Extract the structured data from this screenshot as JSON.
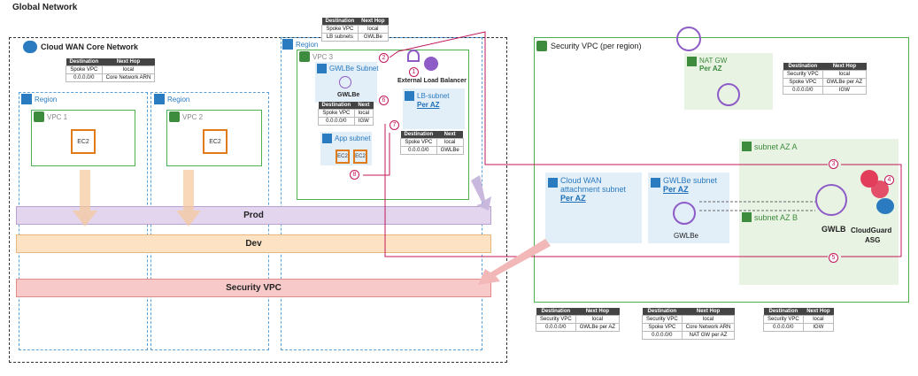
{
  "title": "Global Network",
  "core_network": {
    "label": "Cloud WAN Core Network",
    "table": {
      "headers": [
        "Destination",
        "Next Hop"
      ],
      "rows": [
        [
          "Spoke VPC",
          "local"
        ],
        [
          "0.0.0.0/0",
          "Core Network ARN"
        ]
      ]
    }
  },
  "region_label": "Region",
  "vpc1": "VPC 1",
  "vpc2": "VPC 2",
  "vpc3": "VPC 3",
  "ec2": "EC2",
  "top_table": {
    "headers": [
      "Destination",
      "Next Hop"
    ],
    "rows": [
      [
        "Spoke VPC",
        "local"
      ],
      [
        "LB subnets",
        "GWLBe"
      ]
    ]
  },
  "gwlbe_subnet": "GWLBe Subnet",
  "gwlbe": "GWLBe",
  "gwlbe_table": {
    "headers": [
      "Destination",
      "Next"
    ],
    "rows": [
      [
        "Spoke VPC",
        "local"
      ],
      [
        "0.0.0.0/0",
        "IGW"
      ]
    ]
  },
  "app_subnet": "App subnet",
  "elb": "External Load Balancer",
  "lb_subnet": "LB-subnet",
  "per_az": "Per AZ",
  "lb_table": {
    "headers": [
      "Destination",
      "Next"
    ],
    "rows": [
      [
        "Spoke VPC",
        "local"
      ],
      [
        "0.0.0.0/0",
        "GWLBe"
      ]
    ]
  },
  "segments": {
    "prod": "Prod",
    "dev": "Dev",
    "security": "Security VPC"
  },
  "security_vpc": {
    "label": "Security VPC (per region)",
    "nat_gw": "NAT GW",
    "nat_per_az": "Per AZ",
    "nat_table": {
      "headers": [
        "Destination",
        "Next Hop"
      ],
      "rows": [
        [
          "Security VPC",
          "local"
        ],
        [
          "Spoke VPC",
          "GWLBe per AZ"
        ],
        [
          "0.0.0.0/0",
          "IGW"
        ]
      ]
    },
    "subnet_a": "subnet AZ A",
    "subnet_b": "subnet AZ B",
    "cwan_subnet": "Cloud WAN attachment subnet",
    "cwan_per_az": "Per AZ",
    "gwlbe_subnet": "GWLBe subnet",
    "gwlbe_per_az": "Per AZ",
    "gwlbe": "GWLBe",
    "gwlb": "GWLB",
    "cloudguard": "CloudGuard",
    "asg": "ASG"
  },
  "bottom_tables": [
    {
      "headers": [
        "Destination",
        "Next Hop"
      ],
      "rows": [
        [
          "Security VPC",
          "local"
        ],
        [
          "0.0.0.0/0",
          "GWLBe per AZ"
        ]
      ]
    },
    {
      "headers": [
        "Destination",
        "Next Hop"
      ],
      "rows": [
        [
          "Security VPC",
          "local"
        ],
        [
          "Spoke VPC",
          "Core Network ARN"
        ],
        [
          "0.0.0.0/0",
          "NAT GW per AZ"
        ]
      ]
    },
    {
      "headers": [
        "Destination",
        "Next Hop"
      ],
      "rows": [
        [
          "Security VPC",
          "local"
        ],
        [
          "0.0.0.0/0",
          "IGW"
        ]
      ]
    }
  ],
  "steps": [
    "1",
    "2",
    "3",
    "4",
    "5",
    "6",
    "7",
    "8"
  ],
  "colors": {
    "prod": "#e3d5ee",
    "dev": "#fde2c4",
    "security": "#f7c9c9",
    "flow": "#c2185b",
    "green_bg": "#e8f3e3",
    "blue_bg": "#e2eef8"
  }
}
